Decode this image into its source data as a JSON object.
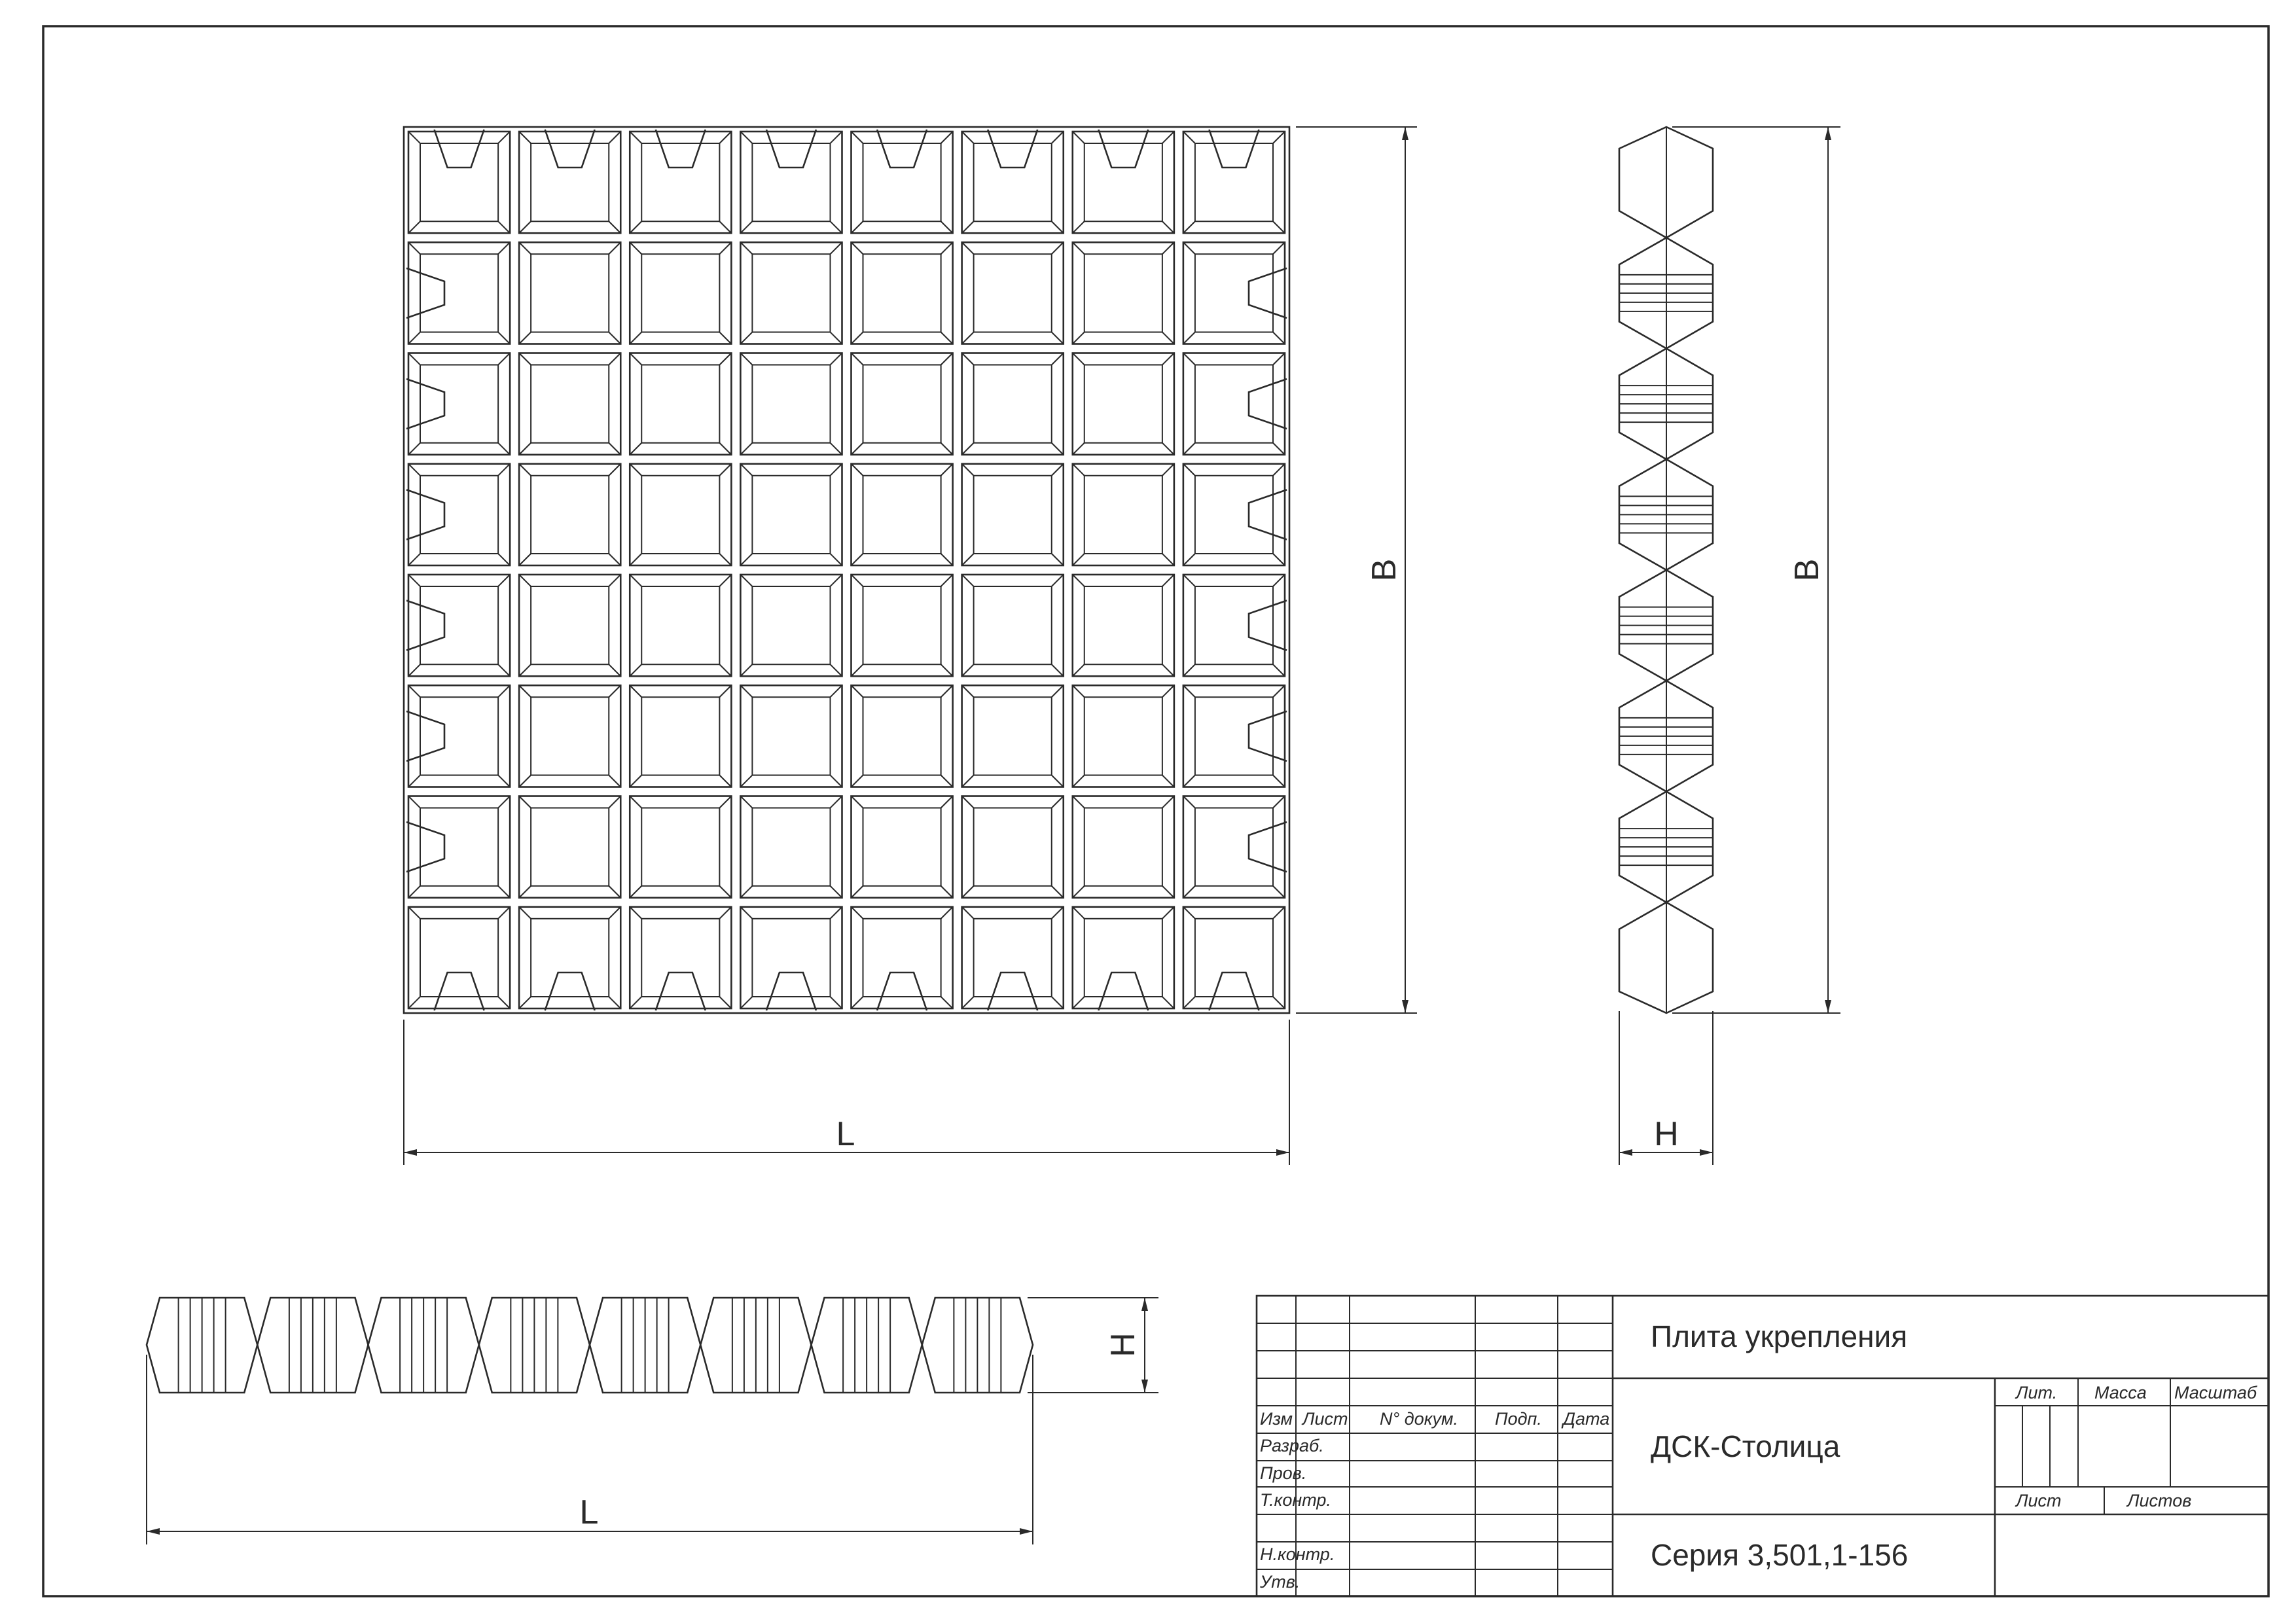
{
  "dimensions": {
    "plan_length": "L",
    "plan_width": "B",
    "side_width": "B",
    "side_height": "H",
    "bottom_height": "H",
    "bottom_length": "L"
  },
  "plate": {
    "cells_x": 8,
    "cells_y": 8
  },
  "title_block": {
    "title": "Плита укрепления",
    "organization": "ДСК-Столица",
    "series": "Серия 3,501,1-156",
    "col_headers": [
      "Изм",
      "Лист",
      "N° докум.",
      "Подп.",
      "Дата"
    ],
    "row_labels": [
      "Разраб.",
      "Пров.",
      "Т.контр.",
      "",
      "Н.контр.",
      "Утв."
    ],
    "lit_label": "Лит.",
    "mass_label": "Масса",
    "scale_label": "Масштаб",
    "sheet_label": "Лист",
    "sheets_label": "Листов"
  }
}
